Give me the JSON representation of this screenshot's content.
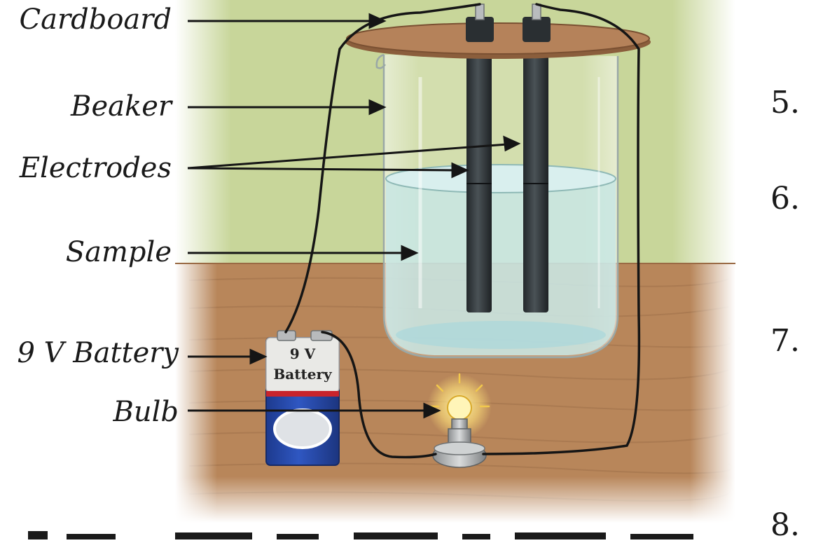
{
  "labels": {
    "cardboard": "Cardboard",
    "beaker": "Beaker",
    "electrodes": "Electrodes",
    "sample": "Sample",
    "battery": "9 V Battery",
    "bulb": "Bulb"
  },
  "battery_print": {
    "voltage": "9 V",
    "word": "Battery"
  },
  "margin_numbers": [
    "5.",
    "6.",
    "7.",
    "8."
  ],
  "colors": {
    "wall": "#c8d69a",
    "table": "#b8865a",
    "cardboard": "#b5825a",
    "liquid": "#c8e6e4",
    "electrode": "#2f3437",
    "battery": "#2446a8",
    "wire": "#151515"
  }
}
